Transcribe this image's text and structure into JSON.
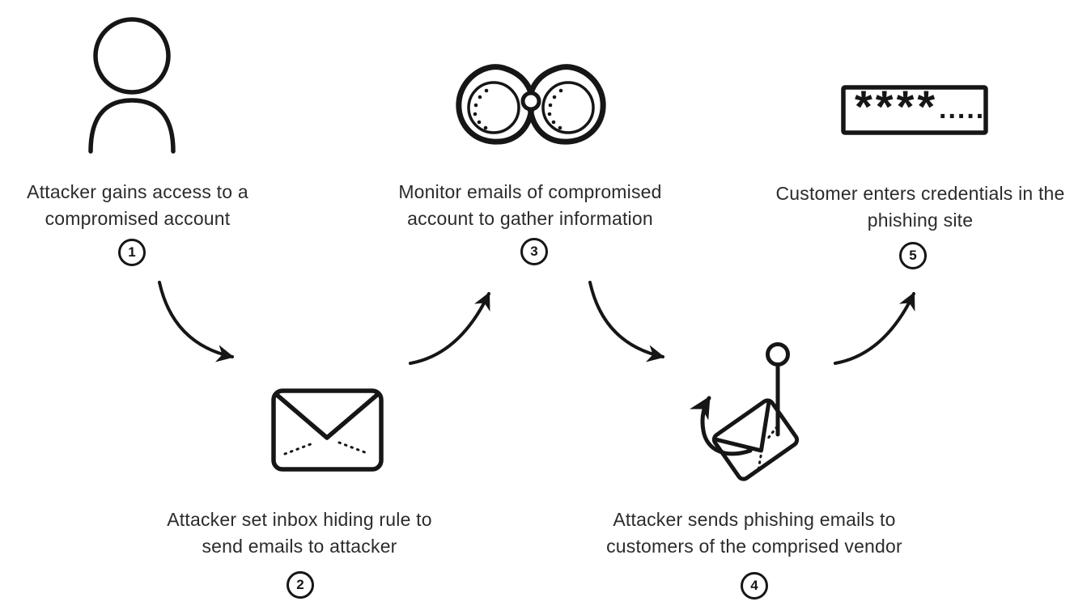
{
  "diagram": {
    "steps": [
      {
        "number": "1",
        "icon": "person-icon",
        "lines": [
          "Attacker gains access to a",
          "compromised account"
        ]
      },
      {
        "number": "2",
        "icon": "envelope-icon",
        "lines": [
          "Attacker set inbox hiding rule to",
          "send emails to attacker"
        ]
      },
      {
        "number": "3",
        "icon": "binoculars-icon",
        "lines": [
          "Monitor emails of compromised",
          "account to gather information"
        ]
      },
      {
        "number": "4",
        "icon": "phishing-hook-envelope-icon",
        "lines": [
          "Attacker sends phishing emails to",
          "customers of the comprised vendor"
        ]
      },
      {
        "number": "5",
        "icon": "password-field-icon",
        "lines": [
          "Customer enters credentials in the",
          "phishing site"
        ]
      }
    ],
    "password_field": {
      "stars": "****",
      "dots": "....."
    },
    "colors": {
      "ink": "#161616",
      "text": "#2b2b2b",
      "background": "#ffffff"
    }
  }
}
